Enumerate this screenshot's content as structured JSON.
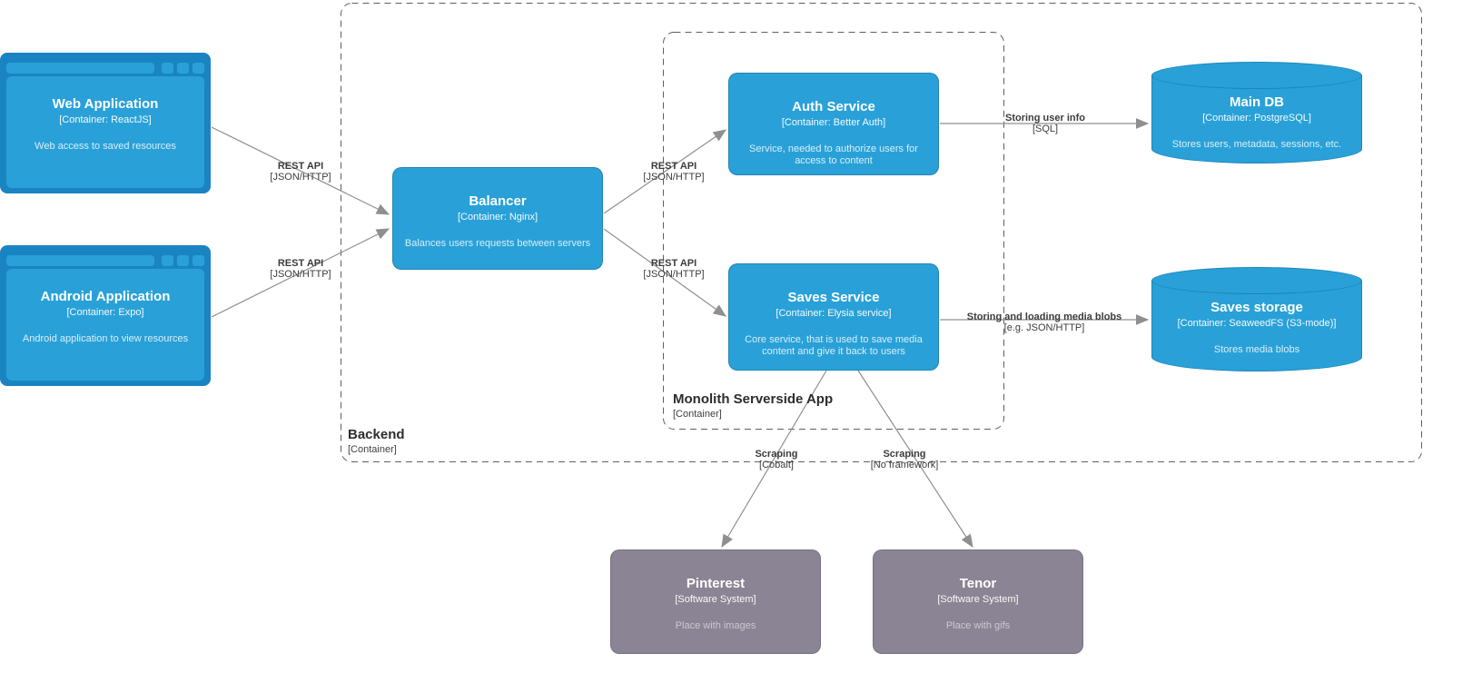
{
  "diagram": {
    "kind": "C4 container diagram",
    "colors": {
      "container_fill": "#29A1D8",
      "browser_frame": "#1A84C2",
      "cylinder_stroke": "#1B86BA",
      "external_system_fill": "#8B8494",
      "edge_line": "#8f8f8f",
      "boundary_dash": "#5f5f5f",
      "label_text": "#3c3c3c"
    },
    "boundaries": {
      "backend": {
        "name": "Backend",
        "type": "[Container]"
      },
      "monolith": {
        "name": "Monolith Serverside App",
        "type": "[Container]"
      }
    },
    "nodes": {
      "web_app": {
        "title": "Web Application",
        "subtitle": "[Container: ReactJS]",
        "description": "Web access to saved resources"
      },
      "android_app": {
        "title": "Android Application",
        "subtitle": "[Container: Expo]",
        "description": "Android application to view resources"
      },
      "balancer": {
        "title": "Balancer",
        "subtitle": "[Container: Nginx]",
        "description": "Balances users requests between servers"
      },
      "auth_service": {
        "title": "Auth Service",
        "subtitle": "[Container: Better Auth]",
        "description": "Service, needed to authorize users for access to content"
      },
      "saves_service": {
        "title": "Saves Service",
        "subtitle": "[Container: Elysia service]",
        "description": "Core service, that is used to save media content and give it back to users"
      },
      "main_db": {
        "title": "Main DB",
        "subtitle": "[Container: PostgreSQL]",
        "description": "Stores users, metadata, sessions, etc."
      },
      "saves_storage": {
        "title": "Saves storage",
        "subtitle": "[Container: SeaweedFS (S3-mode)]",
        "description": "Stores media blobs"
      },
      "pinterest": {
        "title": "Pinterest",
        "subtitle": "[Software System]",
        "description": "Place with images"
      },
      "tenor": {
        "title": "Tenor",
        "subtitle": "[Software System]",
        "description": "Place with gifs"
      }
    },
    "edges": {
      "web_to_balancer": {
        "label": "REST API",
        "tech": "[JSON/HTTP]"
      },
      "android_to_balancer": {
        "label": "REST API",
        "tech": "[JSON/HTTP]"
      },
      "balancer_to_auth": {
        "label": "REST API",
        "tech": "[JSON/HTTP]"
      },
      "balancer_to_saves": {
        "label": "REST API",
        "tech": "[JSON/HTTP]"
      },
      "auth_to_maindb": {
        "label": "Storing user info",
        "tech": "[SQL]"
      },
      "saves_to_storage": {
        "label": "Storing and loading media blobs",
        "tech": "[e.g. JSON/HTTP]"
      },
      "saves_to_pinterest": {
        "label": "Scraping",
        "tech": "[Cobalt]"
      },
      "saves_to_tenor": {
        "label": "Scraping",
        "tech": "[No framework]"
      }
    }
  }
}
